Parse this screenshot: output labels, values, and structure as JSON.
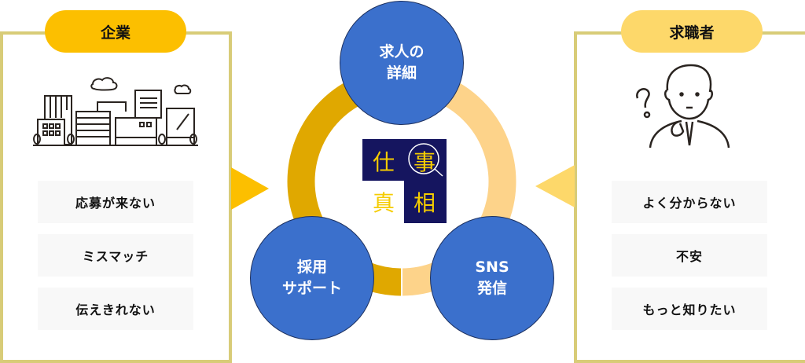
{
  "company": {
    "title": "企業",
    "badge_color": "#fcbf00",
    "issues": [
      "応募が来ない",
      "ミスマッチ",
      "伝えきれない"
    ]
  },
  "job_seeker": {
    "title": "求職者",
    "badge_color": "#fdd86a",
    "issues": [
      "よく分からない",
      "不安",
      "もっと知りたい"
    ]
  },
  "cycle": {
    "top": [
      "求人の",
      "詳細"
    ],
    "bottom_left": [
      "採用",
      "サポート"
    ],
    "bottom_right": [
      "SNS",
      "発信"
    ],
    "ring_colors": {
      "left": "#e0a800",
      "right": "#fdd38a"
    },
    "circle_color": "#3b70cc"
  },
  "logo": {
    "chars": [
      "仕",
      "事",
      "真",
      "相"
    ],
    "navy": "#15155f"
  }
}
